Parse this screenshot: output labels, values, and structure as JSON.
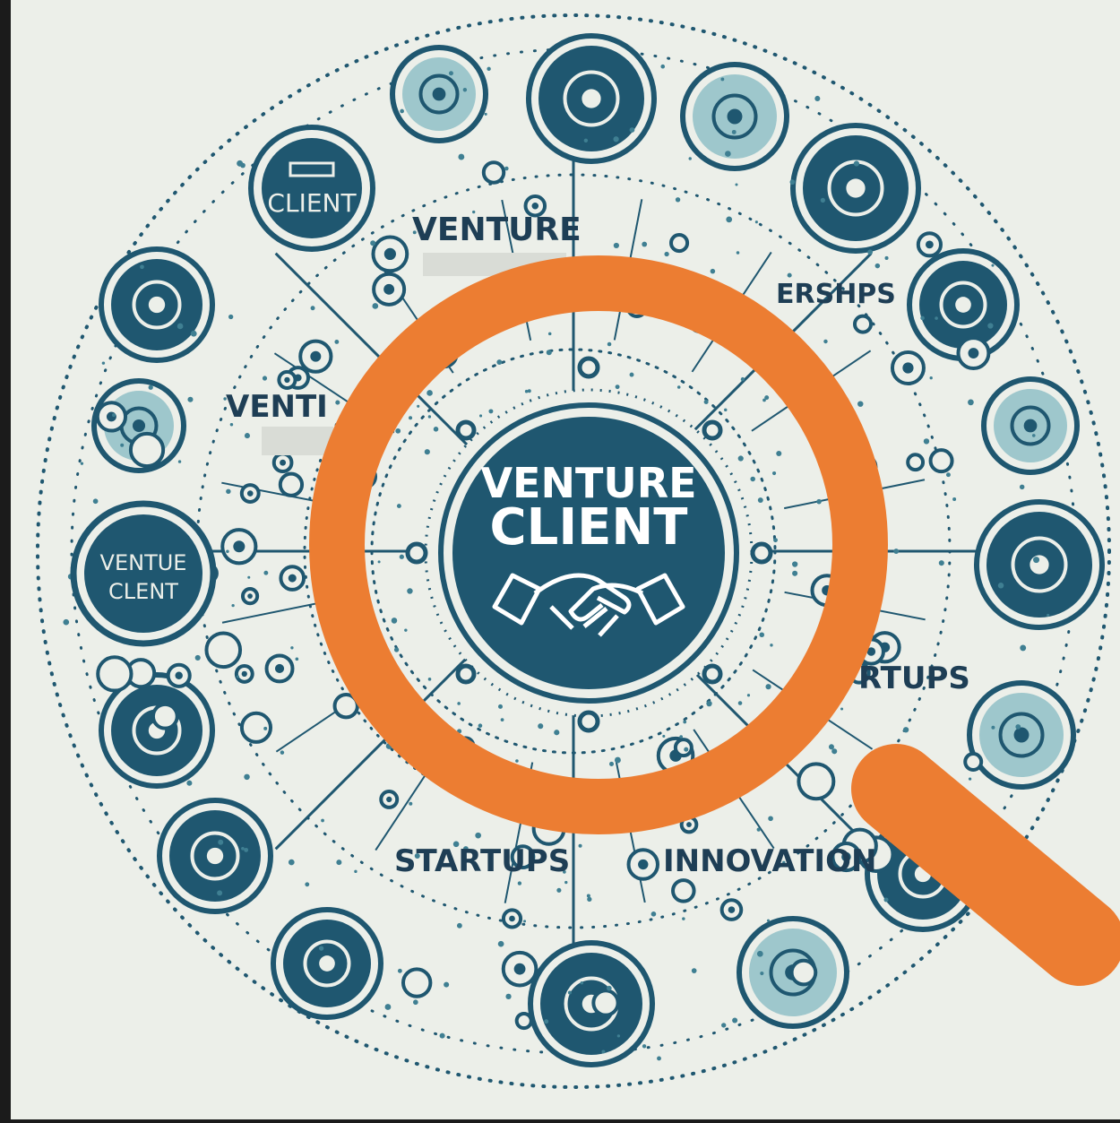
{
  "colors": {
    "frame": "#1b1b1b",
    "paper": "#ecefe9",
    "teal_dark": "#1f5770",
    "teal_mid": "#3f7f92",
    "teal_light": "#9ec7cc",
    "accent_orange": "#ec7d32",
    "text_dark": "#1e3e55"
  },
  "center": {
    "line1": "VENTURE",
    "line2": "CLIENT",
    "icon": "handshake-icon"
  },
  "labels": {
    "venture_top": "VENTURE",
    "partnerships_fragment": "ERSHPS",
    "venture_left_fragment": "VENTI",
    "startups_right_fragment": "RTUPS",
    "startups_bottom": "STARTUPS",
    "innovation_bottom": "INNOVATION"
  },
  "ring_badges": {
    "top_left_client": "CLIENT",
    "left_venture_client_line1": "VENTUE",
    "left_venture_client_line2": "CLENT"
  },
  "ring_icons": [
    "briefcase-icon",
    "magnifier-icon",
    "lightbulb-icon",
    "pen-nib-icon",
    "target-icon",
    "envelope-icon",
    "diamond-icon",
    "building-icon",
    "shield-icon",
    "presentation-icon",
    "lightbulb-icon",
    "rocket-icon",
    "puzzle-icon",
    "gears-icon",
    "steering-wheel-icon",
    "search-icon"
  ],
  "overlay": {
    "icon": "magnifying-glass-icon"
  }
}
